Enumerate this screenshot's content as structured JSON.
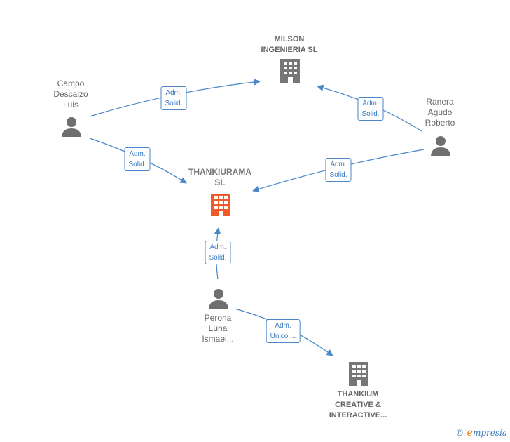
{
  "nodes": {
    "milson": {
      "label": "MILSON\nINGENIERIA SL",
      "type": "company"
    },
    "thankiurama": {
      "label": "THANKIURAMA\nSL",
      "type": "company-main"
    },
    "thankium": {
      "label": "THANKIUM\nCREATIVE &\nINTERACTIVE...",
      "type": "company"
    },
    "campo": {
      "label": "Campo\nDescalzo\nLuis",
      "type": "person"
    },
    "ranera": {
      "label": "Ranera\nAgudo\nRoberto",
      "type": "person"
    },
    "perona": {
      "label": "Perona\nLuna\nIsmael...",
      "type": "person"
    }
  },
  "edges": {
    "campo_milson": "Adm.\nSolid.",
    "campo_thankiurama": "Adm.\nSolid.",
    "ranera_milson": "Adm.\nSolid.",
    "ranera_thankiurama": "Adm.\nSolid.",
    "perona_thankiurama": "Adm.\nSolid.",
    "perona_thankium": "Adm.\nUnico,..."
  },
  "colors": {
    "edge": "#4a86c8",
    "company": "#777777",
    "company_main": "#f05a28",
    "person": "#6f6f6f"
  },
  "footer": {
    "copyright_symbol": "©",
    "brand_initial": "e",
    "brand_rest": "mpresia"
  }
}
